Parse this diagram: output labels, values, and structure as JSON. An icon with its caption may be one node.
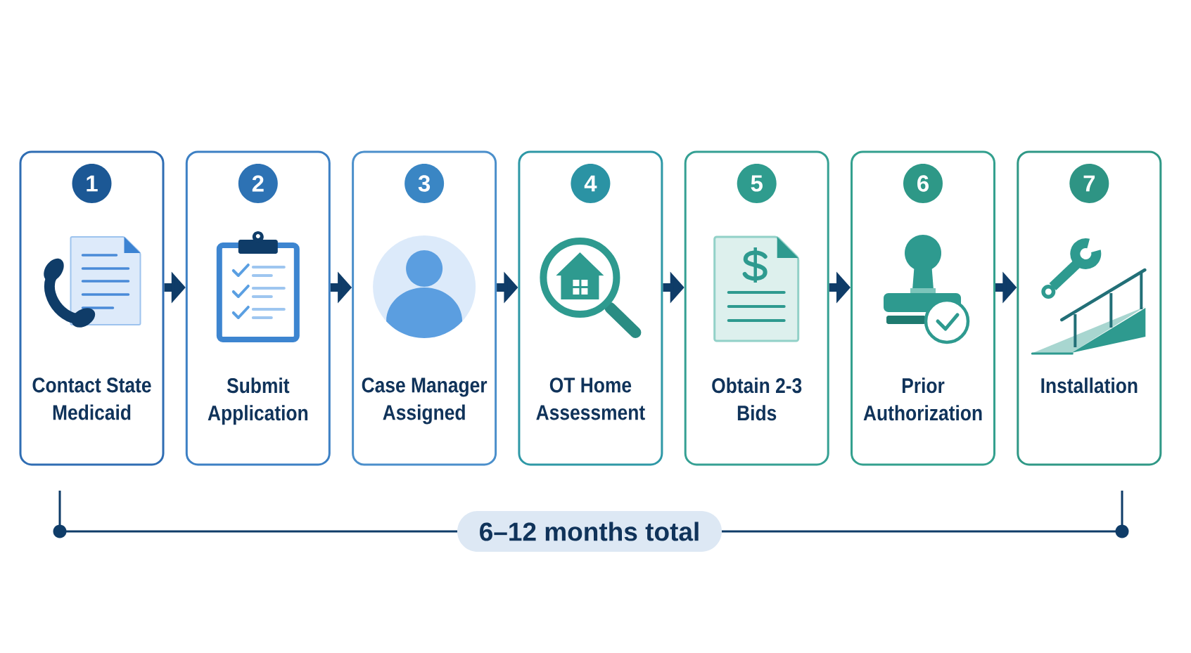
{
  "diagram": {
    "nodes": [
      {
        "text": [
          "Contact State Medicaid"
        ]
      },
      {
        "text": [
          "1"
        ],
        "in": 0
      },
      {
        "text": [
          "Submit Application"
        ]
      },
      {
        "text": [
          "2"
        ],
        "in": 2
      },
      {
        "text": [
          "Case Manager Assigned"
        ]
      },
      {
        "text": [
          "3"
        ],
        "in": 4
      },
      {
        "text": [
          "OT Home Assessment"
        ]
      },
      {
        "text": [
          "4"
        ],
        "in": 6
      },
      {
        "text": [
          "Obtain 2-3 Bids"
        ]
      },
      {
        "text": [
          "5"
        ],
        "in": 8
      },
      {
        "text": [
          "Prior Authorization"
        ]
      },
      {
        "text": [
          "6"
        ],
        "in": 10
      },
      {
        "text": [
          "Installation"
        ]
      },
      {
        "text": [
          "7"
        ],
        "in": 12
      },
      {
        "text": [
          "6–12 months total"
        ]
      }
    ],
    "edges": [
      {
        "from": 0,
        "to": 2,
        "arrow": "to"
      },
      {
        "from": 2,
        "to": 4,
        "arrow": "to"
      },
      {
        "from": 4,
        "to": 6,
        "arrow": "to"
      },
      {
        "from": 6,
        "to": 8,
        "arrow": "to"
      },
      {
        "from": 8,
        "to": 10,
        "arrow": "to"
      },
      {
        "from": 10,
        "to": 12,
        "arrow": "to"
      }
    ]
  }
}
